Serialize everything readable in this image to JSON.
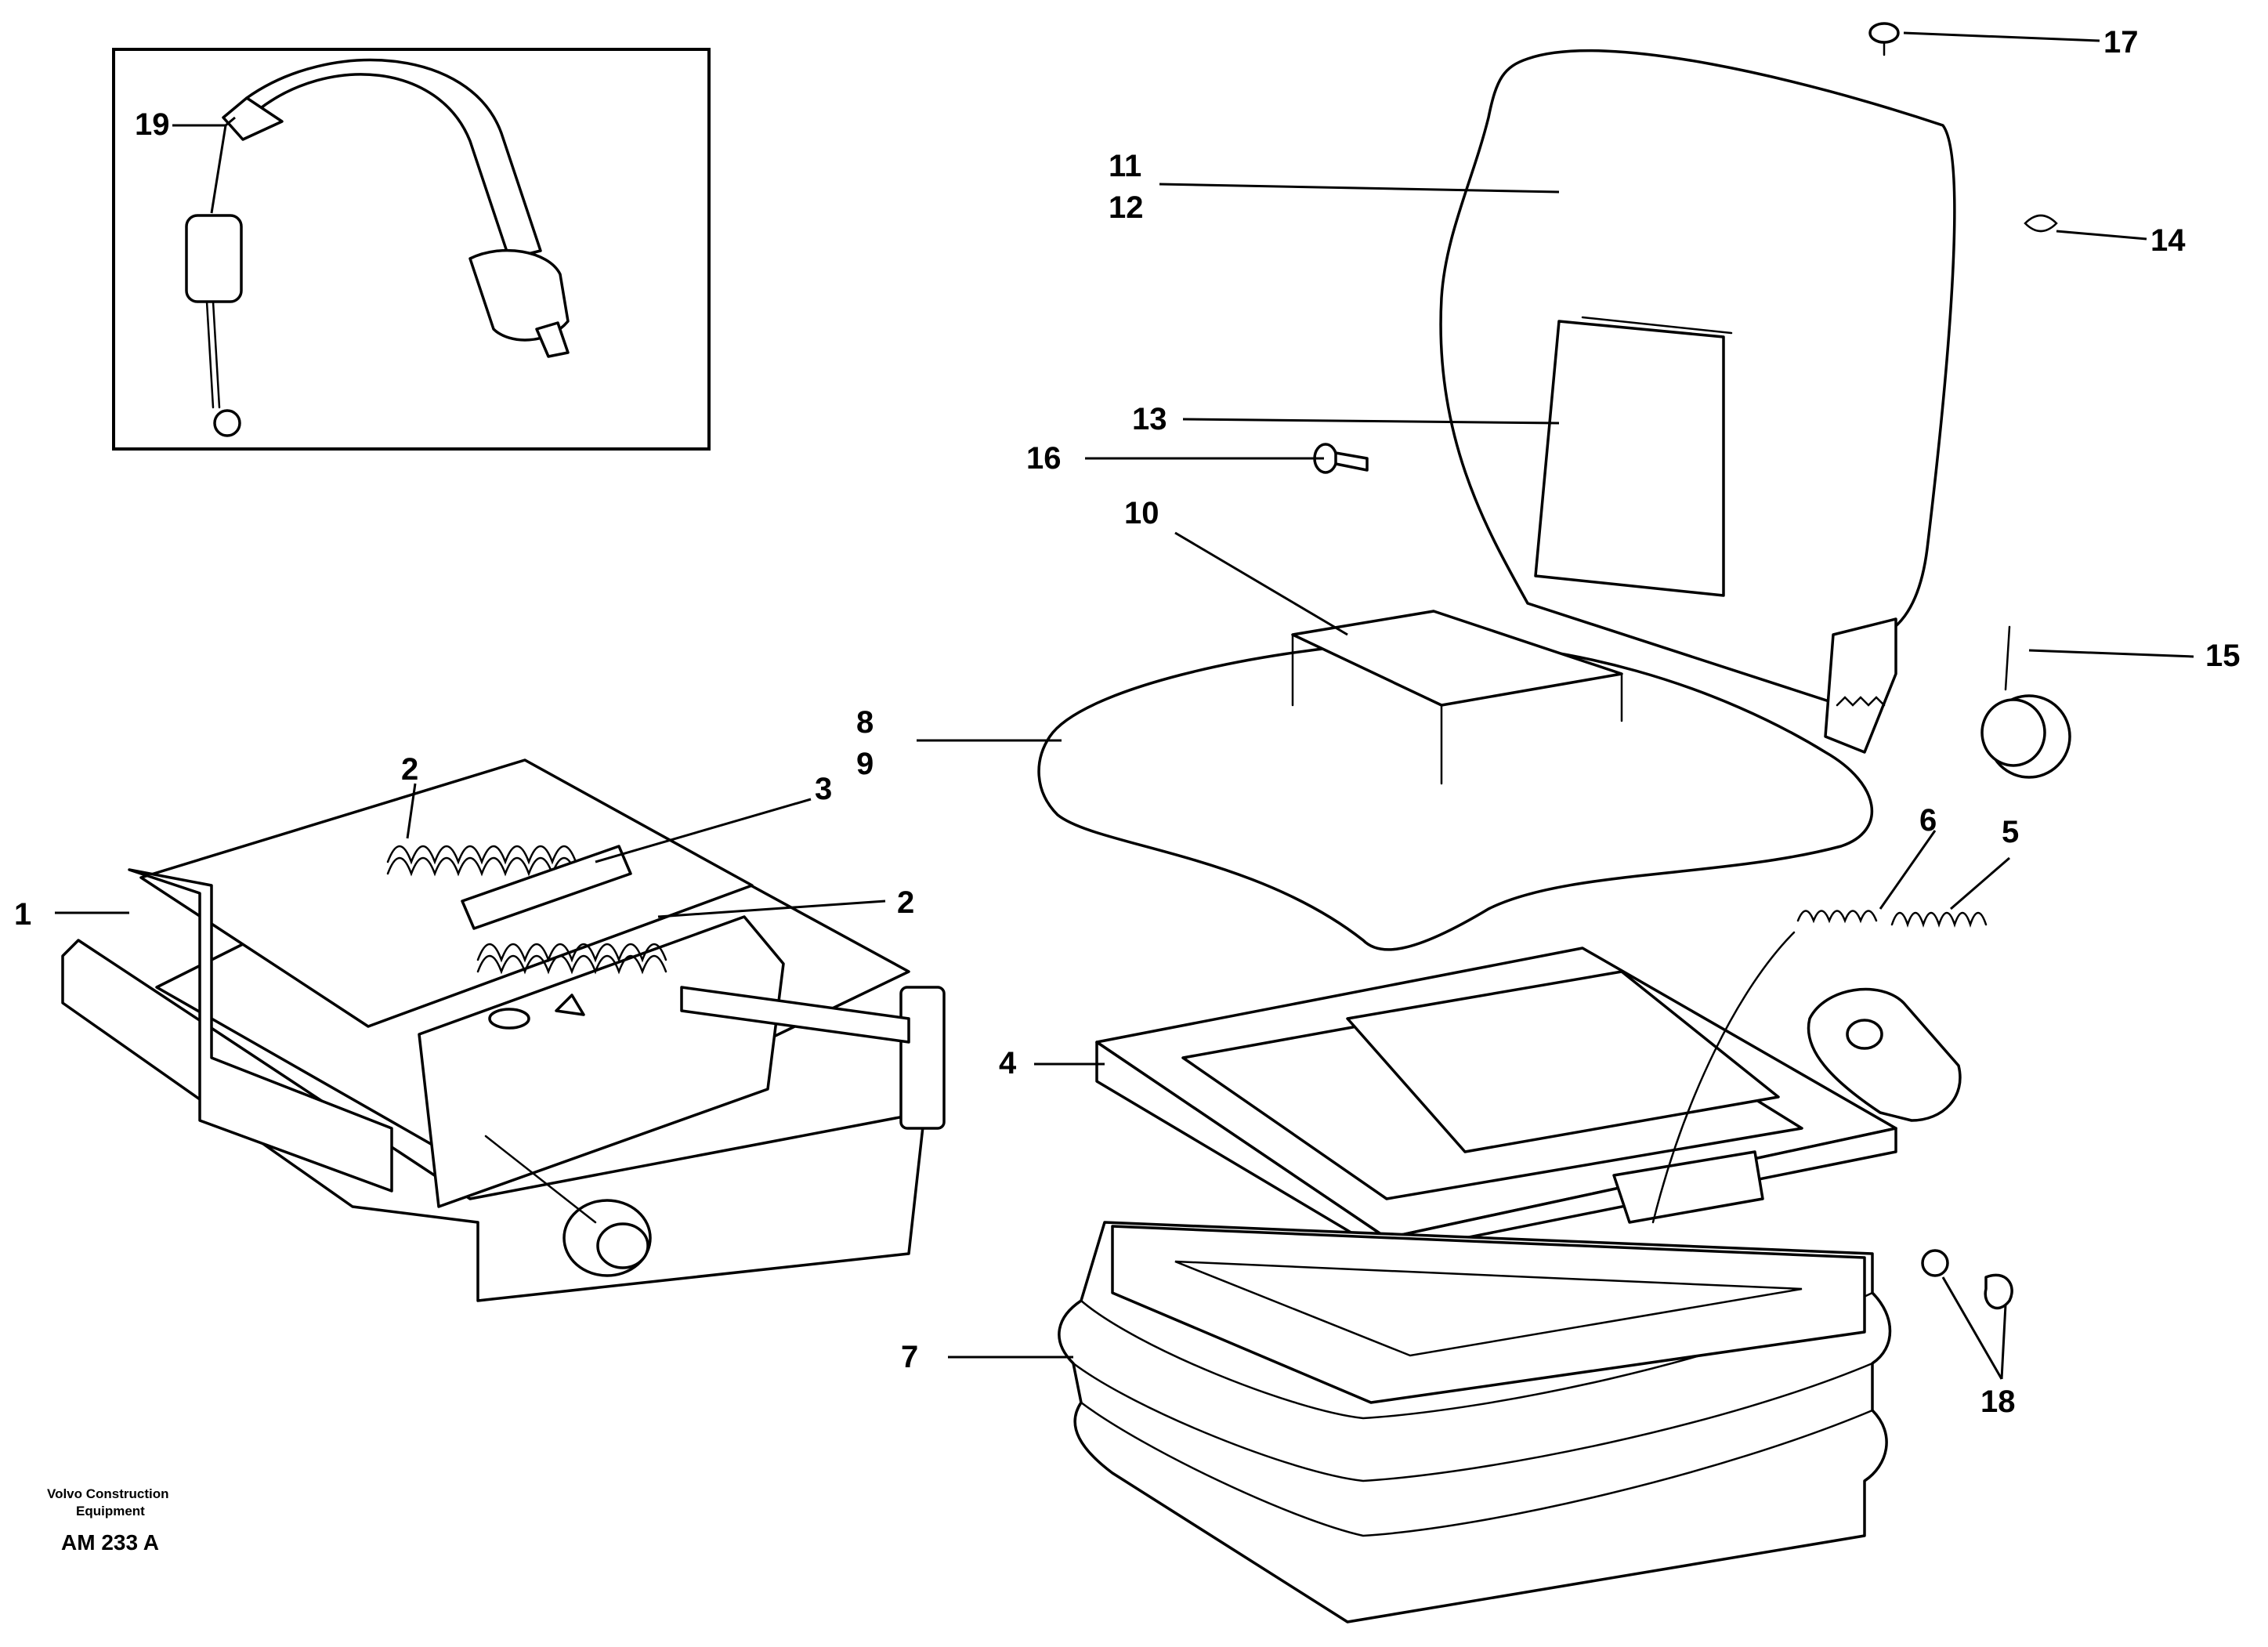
{
  "footer": {
    "company_line1": "Volvo Construction",
    "company_line2": "Equipment",
    "drawing_code": "AM 233 A"
  },
  "callouts": [
    {
      "id": "1",
      "text": "1"
    },
    {
      "id": "2a",
      "text": "2"
    },
    {
      "id": "2b",
      "text": "2"
    },
    {
      "id": "3",
      "text": "3"
    },
    {
      "id": "4",
      "text": "4"
    },
    {
      "id": "5",
      "text": "5"
    },
    {
      "id": "6",
      "text": "6"
    },
    {
      "id": "7",
      "text": "7"
    },
    {
      "id": "8",
      "text": "8"
    },
    {
      "id": "9",
      "text": "9"
    },
    {
      "id": "10",
      "text": "10"
    },
    {
      "id": "11",
      "text": "11"
    },
    {
      "id": "12",
      "text": "12"
    },
    {
      "id": "13",
      "text": "13"
    },
    {
      "id": "14",
      "text": "14"
    },
    {
      "id": "15",
      "text": "15"
    },
    {
      "id": "16",
      "text": "16"
    },
    {
      "id": "17",
      "text": "17"
    },
    {
      "id": "18",
      "text": "18"
    },
    {
      "id": "19",
      "text": "19"
    }
  ]
}
